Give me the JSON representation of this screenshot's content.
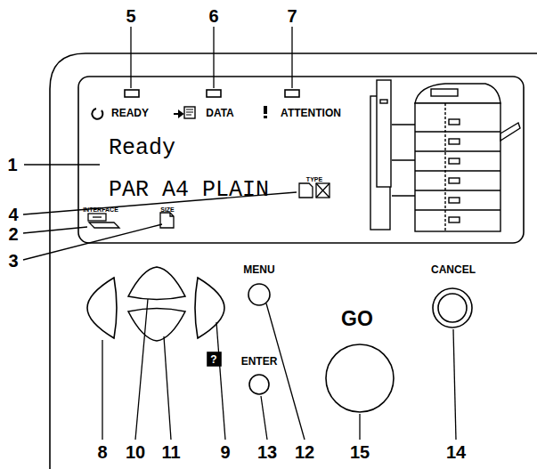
{
  "diagram": {
    "nodes": [
      {
        "text": [
          "Ready",
          "PAR A4 PLAIN"
        ]
      }
    ],
    "labels": [
      "5",
      "6",
      "7",
      "READY",
      "DATA",
      "ATTENTION",
      "1",
      "INTERFACE",
      "4",
      "2",
      "SIZE",
      "3",
      "TYPE",
      "MENU",
      "CANCEL",
      "GO",
      "?",
      "ENTER",
      "8",
      "10",
      "11",
      "9",
      "13",
      "12",
      "15",
      "14"
    ]
  }
}
